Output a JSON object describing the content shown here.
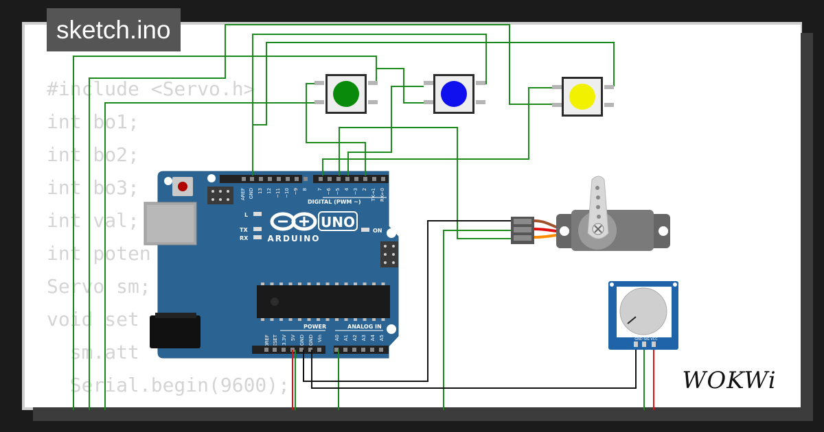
{
  "title": "sketch.ino",
  "code_lines": [
    "#include <Servo.h>",
    "int bo1;",
    "int bo2;",
    "int bo3;",
    "int val;",
    "int poten",
    "Servo sm;",
    "void set",
    "  sm.att",
    "  Serial.begin(9600);",
    "}"
  ],
  "board": {
    "brand": "ARDUINO",
    "model": "UNO",
    "digital_header": "DIGITAL (PWM ~)",
    "power_header": "POWER",
    "analog_header": "ANALOG IN",
    "led_l": "L",
    "led_tx": "TX",
    "led_rx": "RX",
    "led_on": "ON",
    "top_pins": [
      "AREF",
      "GND",
      "13",
      "12",
      "~11",
      "~10",
      "~9",
      "8",
      "7",
      "~6",
      "~5",
      "4",
      "~3",
      "2",
      "TX→1",
      "RX←0"
    ],
    "power_pins": [
      "IOREF",
      "RESET",
      "3.3V",
      "5V",
      "GND",
      "GND",
      "Vin"
    ],
    "analog_pins": [
      "A0",
      "A1",
      "A2",
      "A3",
      "A4",
      "A5"
    ]
  },
  "pot_pins_label": "GND SIG VCC",
  "logo": "WOKWi",
  "colors": {
    "board": "#2b6493",
    "wire_green": "#1a8a1a",
    "wire_black": "#111111",
    "wire_red": "#e01010",
    "button_green": "#0a8a0a",
    "button_blue": "#1010ee",
    "button_yellow": "#f2f200"
  }
}
